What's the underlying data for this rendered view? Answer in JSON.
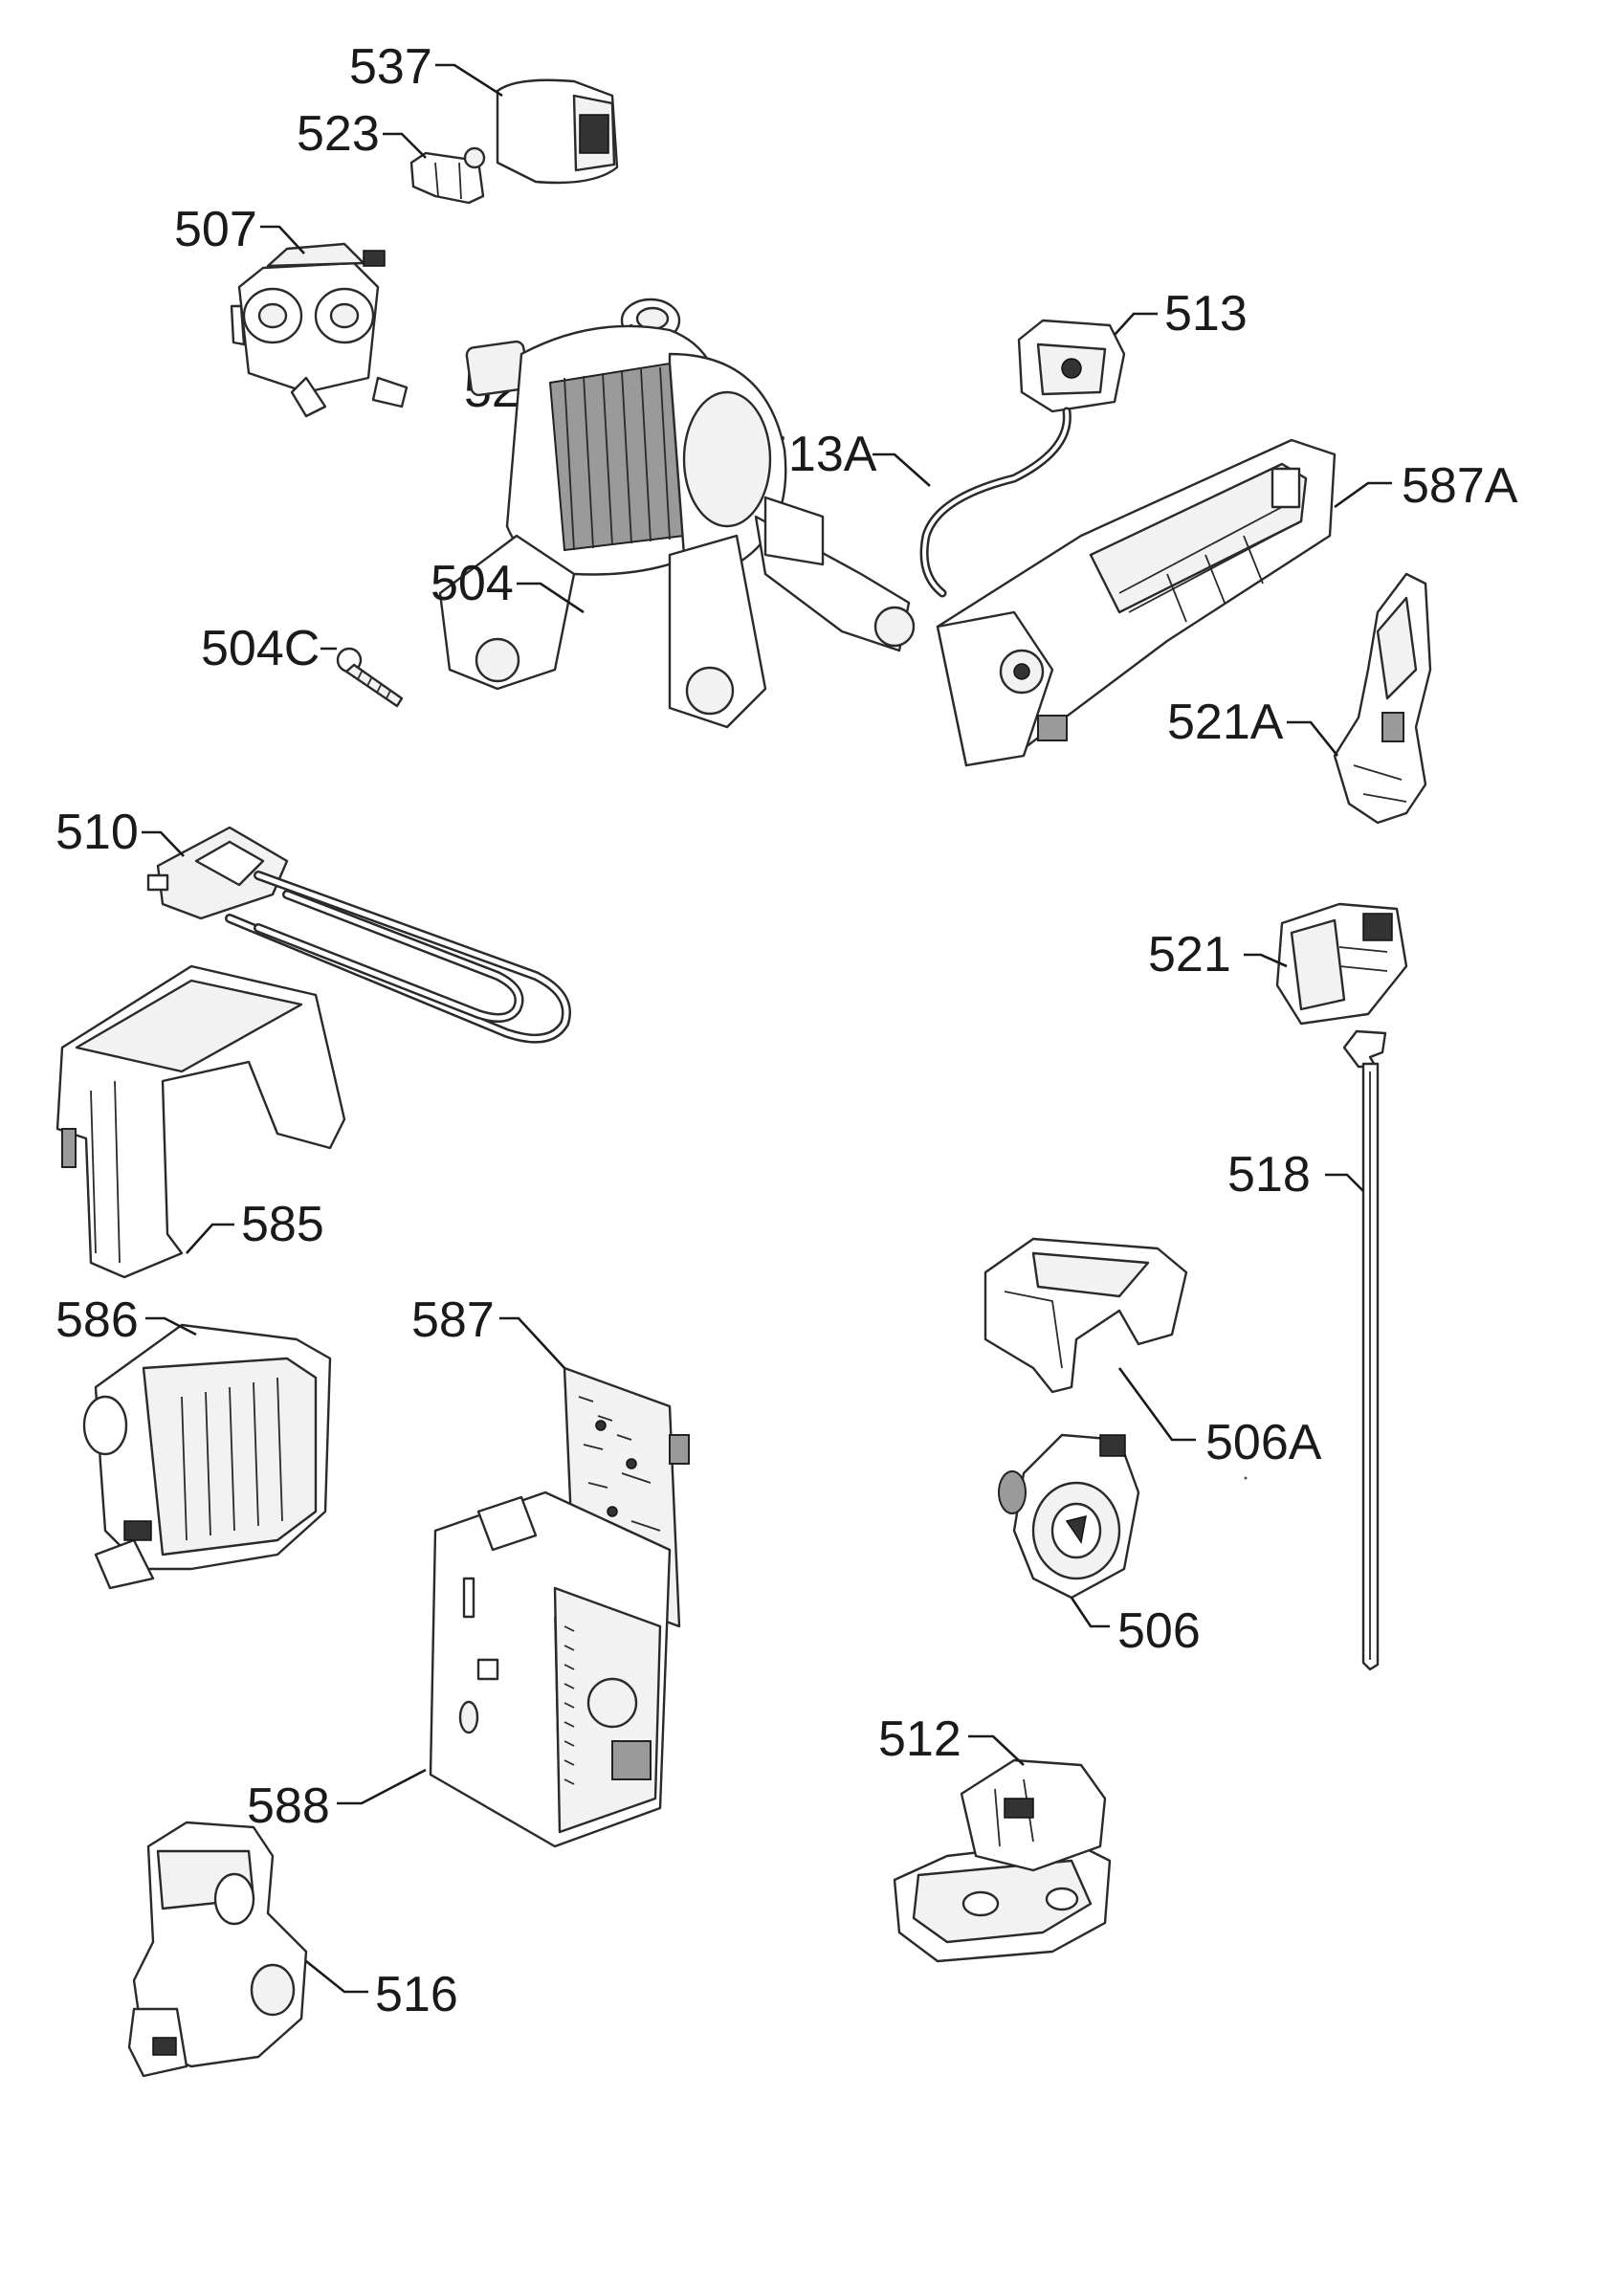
{
  "callouts": [
    {
      "id": "537",
      "text": "537"
    },
    {
      "id": "523",
      "text": "523"
    },
    {
      "id": "507",
      "text": "507"
    },
    {
      "id": "520",
      "text": "520"
    },
    {
      "id": "513",
      "text": "513"
    },
    {
      "id": "513A",
      "text": "513A"
    },
    {
      "id": "587A",
      "text": "587A"
    },
    {
      "id": "504",
      "text": "504"
    },
    {
      "id": "504C",
      "text": "504C"
    },
    {
      "id": "521A",
      "text": "521A"
    },
    {
      "id": "510",
      "text": "510"
    },
    {
      "id": "521",
      "text": "521"
    },
    {
      "id": "518",
      "text": "518"
    },
    {
      "id": "585",
      "text": "585"
    },
    {
      "id": "586",
      "text": "586"
    },
    {
      "id": "587",
      "text": "587"
    },
    {
      "id": "506A",
      "text": "506A"
    },
    {
      "id": "506",
      "text": "506"
    },
    {
      "id": "512",
      "text": "512"
    },
    {
      "id": "588",
      "text": "588"
    },
    {
      "id": "516",
      "text": "516"
    }
  ]
}
